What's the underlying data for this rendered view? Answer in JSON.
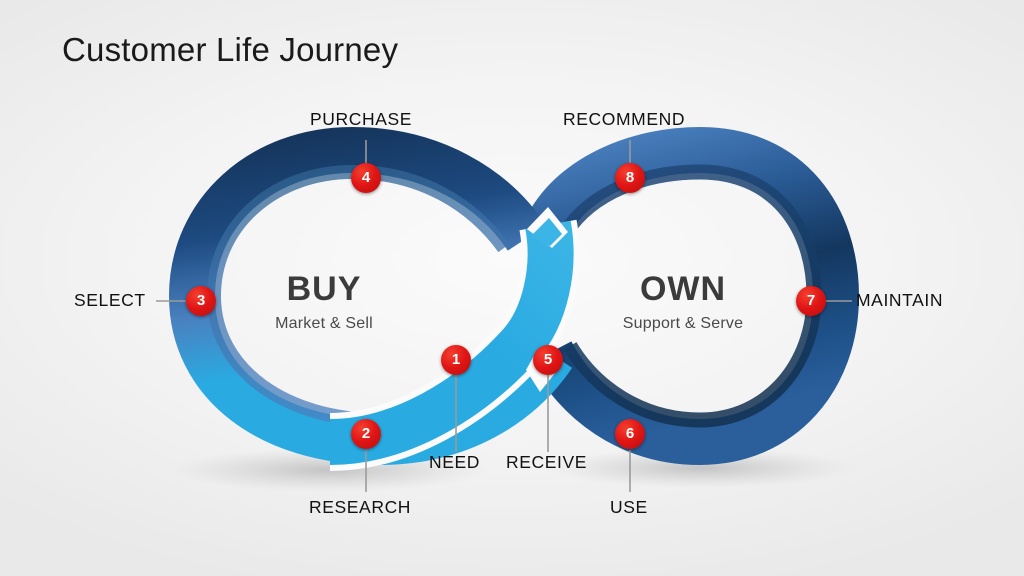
{
  "slide": {
    "title": "Customer Life Journey",
    "background_color": "#efefef"
  },
  "centers": [
    {
      "title": "BUY",
      "subtitle": "Market & Sell"
    },
    {
      "title": "OWN",
      "subtitle": "Support & Serve"
    }
  ],
  "colors": {
    "marker_red": "#e01515",
    "ribbon_cyan": "#29abe2",
    "ribbon_steel_blue": "#4a80bf",
    "ribbon_navy": "#14375f",
    "ribbon_mid_navy": "#1d4f86",
    "text_dark": "#1a1a1a"
  },
  "steps": [
    {
      "number": "1",
      "label": "NEED"
    },
    {
      "number": "2",
      "label": "RESEARCH"
    },
    {
      "number": "3",
      "label": "SELECT"
    },
    {
      "number": "4",
      "label": "PURCHASE"
    },
    {
      "number": "5",
      "label": "RECEIVE"
    },
    {
      "number": "6",
      "label": "USE"
    },
    {
      "number": "7",
      "label": "MAINTAIN"
    },
    {
      "number": "8",
      "label": "RECOMMEND"
    }
  ]
}
